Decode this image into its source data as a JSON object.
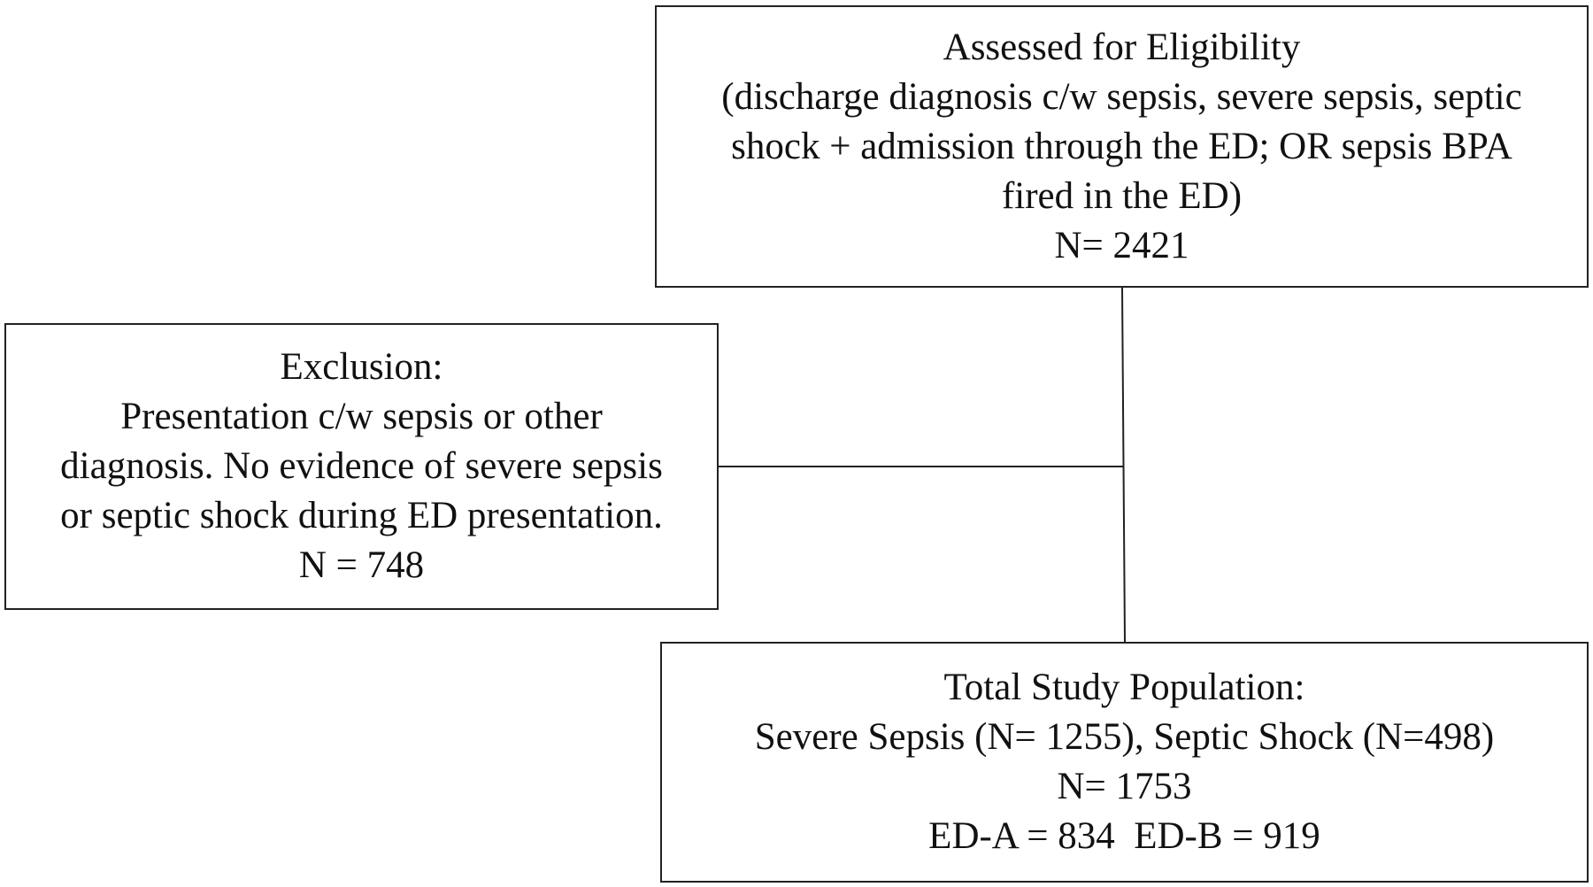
{
  "diagram": {
    "eligibility": {
      "lines": [
        "Assessed for Eligibility",
        "(discharge diagnosis c/w sepsis, severe sepsis, septic",
        "shock + admission through the ED; OR sepsis BPA",
        "fired in the ED)",
        "N= 2421"
      ]
    },
    "exclusion": {
      "lines": [
        "Exclusion:",
        "Presentation c/w sepsis or other",
        "diagnosis. No evidence of severe sepsis",
        "or septic shock during ED presentation.",
        "N = 748"
      ]
    },
    "total": {
      "lines": [
        "Total Study Population:",
        "Severe Sepsis (N= 1255), Septic Shock (N=498)",
        "N= 1753",
        "ED-A = 834  ED-B = 919"
      ]
    },
    "colors": {
      "border": "#222222",
      "line": "#222222",
      "text": "#111111",
      "background": "#ffffff"
    }
  }
}
